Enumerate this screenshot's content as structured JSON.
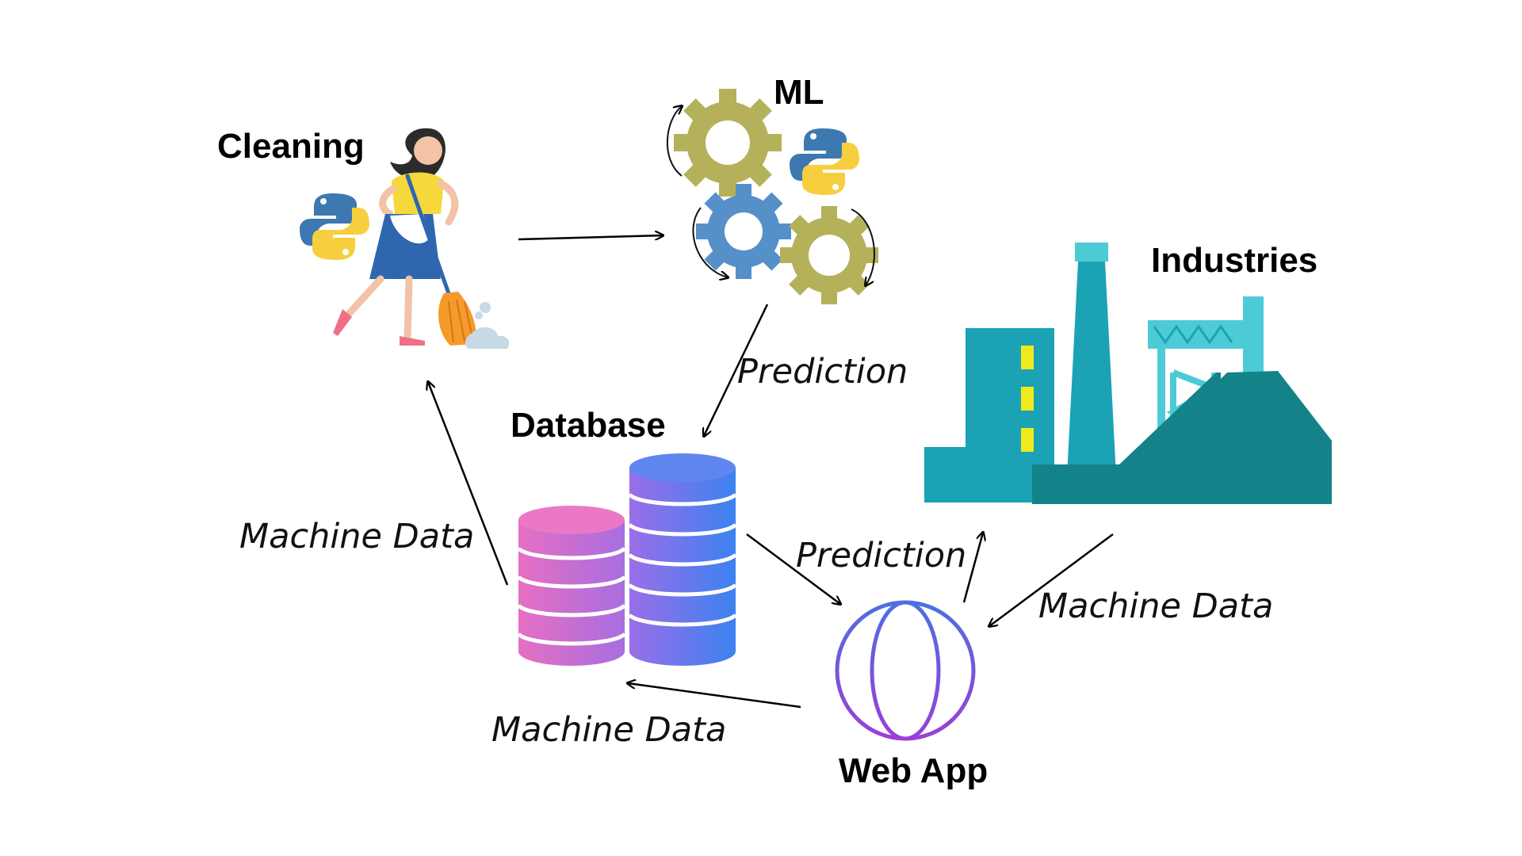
{
  "nodes": {
    "cleaning": {
      "label": "Cleaning",
      "icons": [
        "cleaning-woman-icon",
        "python-icon"
      ]
    },
    "ml": {
      "label": "ML",
      "icons": [
        "gears-icon",
        "python-icon"
      ]
    },
    "industries": {
      "label": "Industries",
      "icons": [
        "factory-icon"
      ]
    },
    "database": {
      "label": "Database",
      "icons": [
        "database-icon"
      ]
    },
    "webapp": {
      "label": "Web App",
      "icons": [
        "globe-icon"
      ]
    }
  },
  "edges": [
    {
      "from": "cleaning",
      "to": "ml",
      "label": ""
    },
    {
      "from": "ml",
      "to": "database",
      "label": "Prediction"
    },
    {
      "from": "database",
      "to": "cleaning",
      "label": "Machine Data"
    },
    {
      "from": "database",
      "to": "webapp",
      "label": "Prediction"
    },
    {
      "from": "webapp",
      "to": "industries",
      "label": ""
    },
    {
      "from": "industries",
      "to": "webapp",
      "label": "Machine Data"
    },
    {
      "from": "webapp",
      "to": "database",
      "label": "Machine Data"
    }
  ],
  "colors": {
    "python_blue": "#3d78b0",
    "python_yellow": "#f7cf3e",
    "gear_olive": "#b5b15a",
    "gear_blue": "#5590c8",
    "factory_teal": "#1ba2b5",
    "factory_dark": "#148289",
    "factory_light": "#4ccbd6",
    "window_yellow": "#f0ea1c",
    "db_left_start": "#e56fc2",
    "db_left_end": "#a86ee0",
    "db_right_start": "#9b6ee8",
    "db_right_end": "#3b82f0",
    "globe_start": "#4d6fe0",
    "globe_end": "#9c3fd6"
  }
}
